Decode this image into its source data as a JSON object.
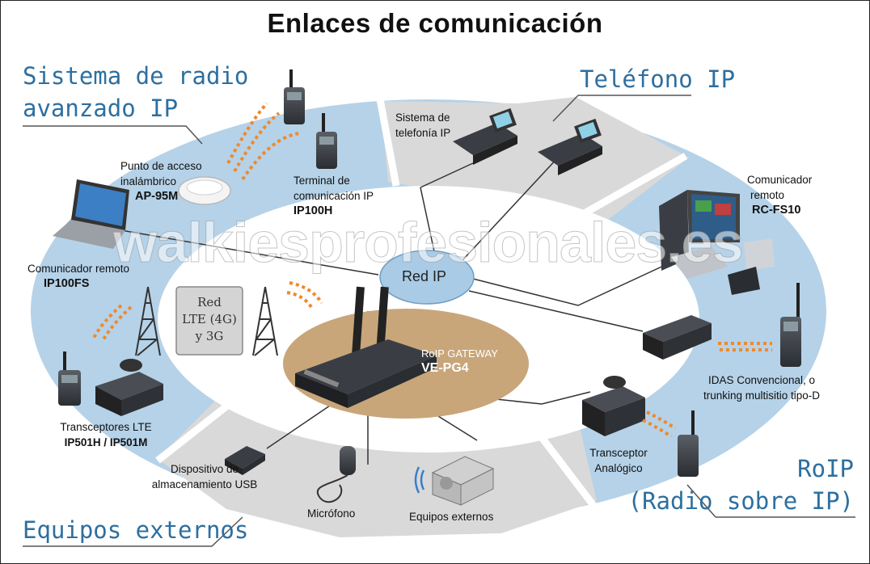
{
  "title": "Enlaces de comunicación",
  "watermark": "walkiesprofesionales.es",
  "sections": {
    "ip_radio": [
      "Sistema de radio",
      "avanzado IP"
    ],
    "ip_phone": "Teléfono IP",
    "roip": [
      "RoIP",
      "(Radio sobre IP)"
    ],
    "external": "Equipos externos"
  },
  "center": {
    "network": "Red IP",
    "gateway_label": "RoIP GATEWAY",
    "gateway_model": "VE-PG4"
  },
  "lte_network": [
    "Red",
    "LTE (4G)",
    "y 3G"
  ],
  "devices": {
    "access_point": {
      "lines": [
        "Punto de acceso",
        "inalámbrico"
      ],
      "model": "AP-95M"
    },
    "terminal": {
      "lines": [
        "Terminal de",
        "comunicación IP"
      ],
      "model": "IP100H"
    },
    "phone_system": [
      "Sistema de",
      "telefonía IP"
    ],
    "remote_left": {
      "label": "Comunicador remoto",
      "model": "IP100FS"
    },
    "remote_right": {
      "lines": [
        "Comunicador",
        "remoto"
      ],
      "model": "RC-FS10"
    },
    "lte_transceivers": [
      "Transceptores LTE",
      "IP501H / IP501M"
    ],
    "idas": [
      "IDAS Convencional, o",
      "trunking multisitio tipo-D"
    ],
    "analog": [
      "Transceptor",
      "Analógico"
    ],
    "usb": [
      "Dispositivo de",
      "almacenamiento USB"
    ],
    "microphone": "Micrófono",
    "external_eq": "Equipos externos"
  },
  "colors": {
    "section_text": "#2d6fa0",
    "ring_blue": "#b5d2e8",
    "ring_gray": "#d9d9d9",
    "network_fill": "#a9cbe5",
    "gateway_fill": "#c8a67a",
    "wave": "#ee8a2c"
  }
}
